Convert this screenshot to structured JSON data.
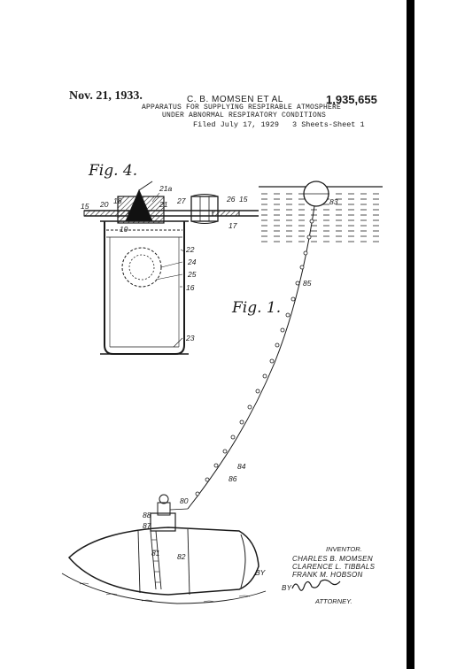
{
  "header": {
    "date": "Nov. 21, 1933.",
    "inventors_short": "C. B. MOMSEN ET AL",
    "patent_number": "1,935,655",
    "title_line1": "APPARATUS FOR SUPPLYING RESPIRABLE ATMOSPHERE",
    "title_line2": "UNDER ABNORMAL RESPIRATORY CONDITIONS",
    "filed": "Filed July 17, 1929",
    "sheets": "3 Sheets-Sheet 1"
  },
  "figures": {
    "fig4_label": "Fig. 4.",
    "fig1_label": "Fig. 1."
  },
  "fig4_refs": {
    "r15a": "15",
    "r20": "20",
    "r18": "18",
    "r21a": "21a",
    "r21": "21",
    "r27": "27",
    "r26": "26",
    "r15b": "15",
    "r19": "19",
    "r17": "17",
    "r22": "22",
    "r24": "24",
    "r25": "25",
    "r16": "16",
    "r23": "23"
  },
  "fig1_refs": {
    "r83": "83",
    "r85": "85",
    "r84": "84",
    "r86": "86",
    "r80": "80",
    "r88": "88",
    "r87": "87",
    "r81": "81",
    "r82": "82",
    "rBY": "BY"
  },
  "signature": {
    "heading": "INVENTOR.",
    "name1": "CHARLES B. MOMSEN",
    "name2": "CLARENCE L. TIBBALS",
    "name3": "FRANK M. HOBSON",
    "by": "BY",
    "attorney_label": "ATTORNEY."
  }
}
